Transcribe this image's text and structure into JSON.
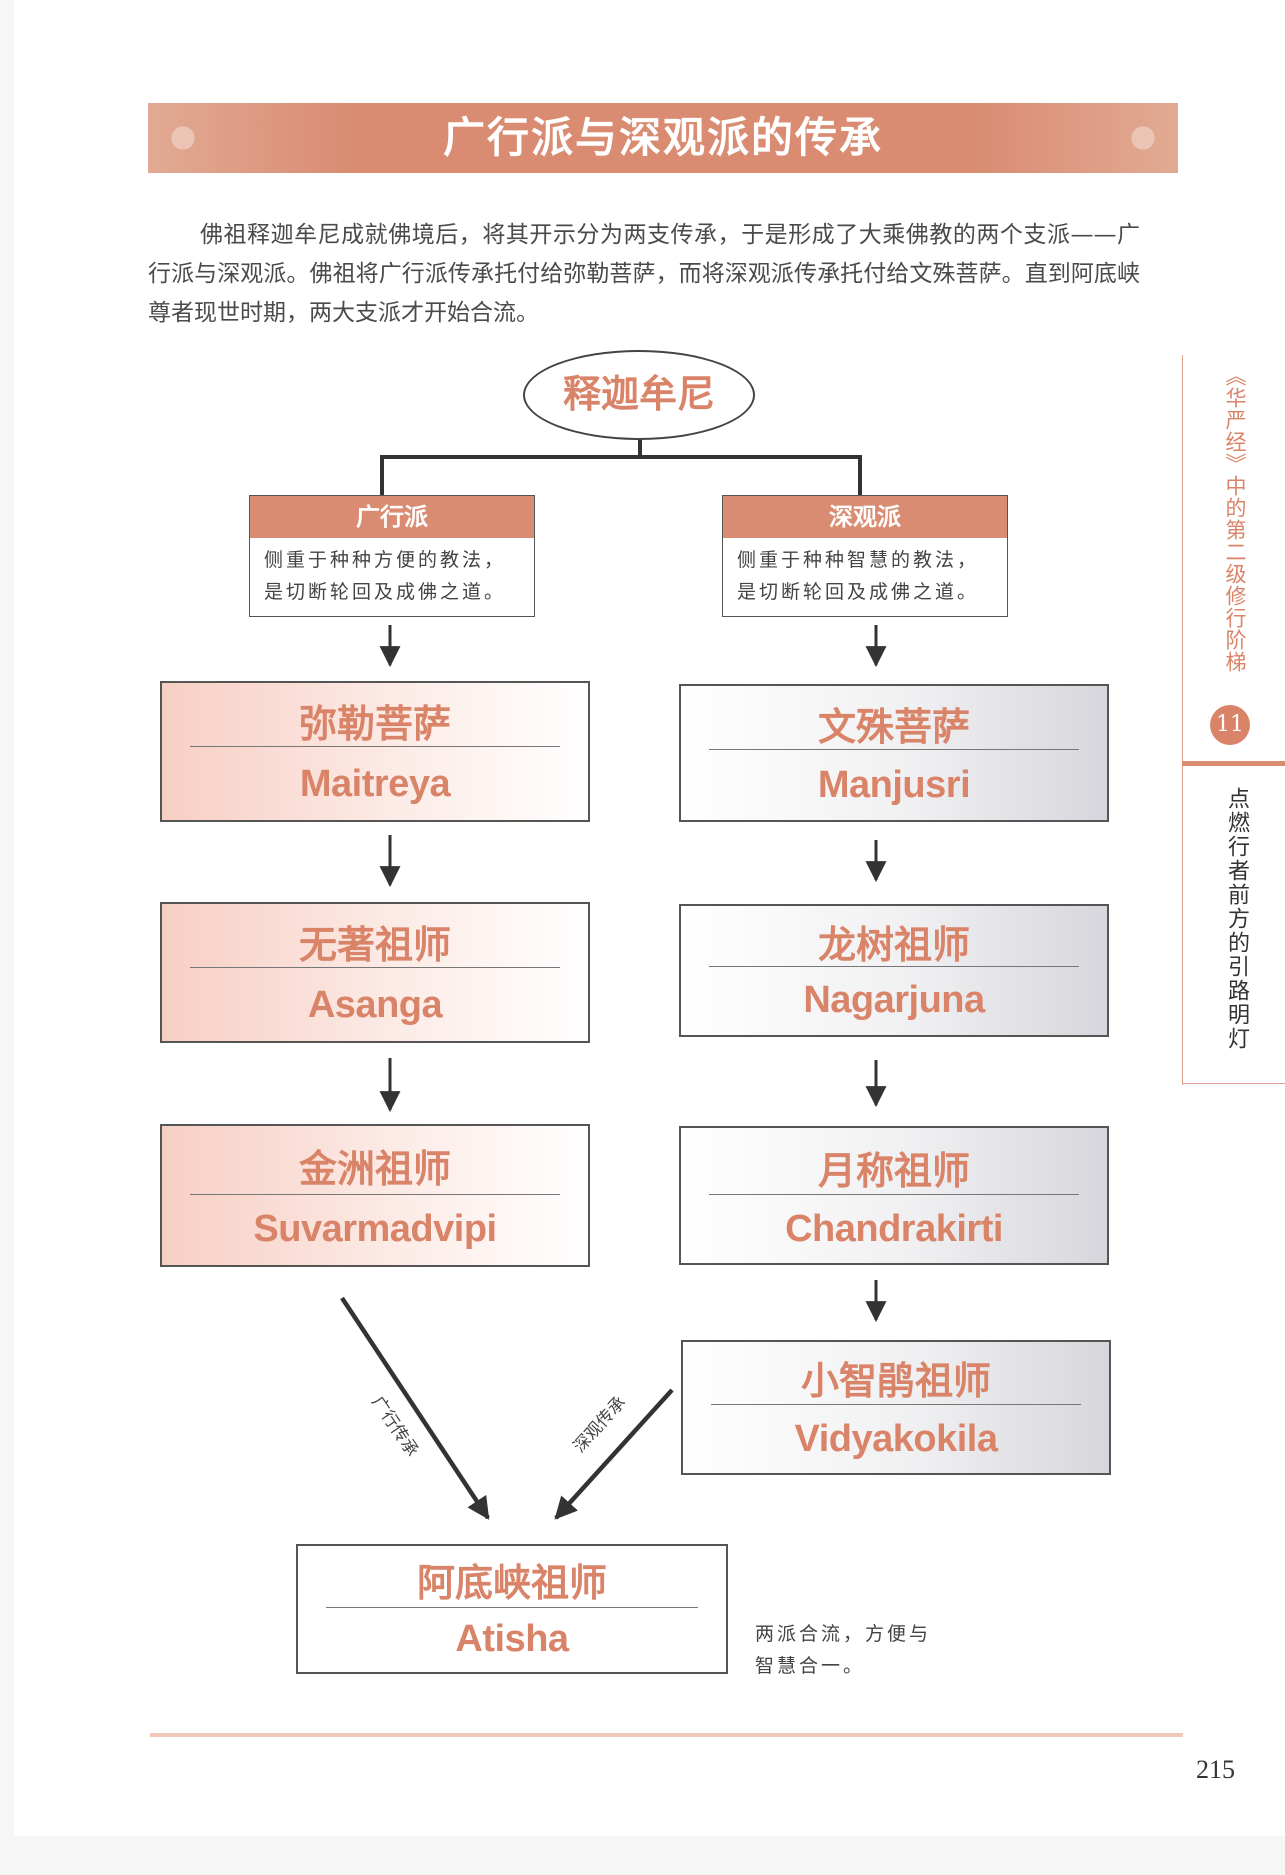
{
  "title": "广行派与深观派的传承",
  "intro": "佛祖释迦牟尼成就佛境后，将其开示分为两支传承，于是形成了大乘佛教的两个支派——广行派与深观派。佛祖将广行派传承托付给弥勒菩萨，而将深观派传承托付给文殊菩萨。直到阿底峡尊者现世时期，两大支派才开始合流。",
  "root": "释迦牟尼",
  "schools": {
    "left": {
      "name": "广行派",
      "desc_line1": "侧重于种种方便的教法，",
      "desc_line2": "是切断轮回及成佛之道。"
    },
    "right": {
      "name": "深观派",
      "desc_line1": "侧重于种种智慧的教法，",
      "desc_line2": "是切断轮回及成佛之道。"
    }
  },
  "lineage": {
    "left": [
      {
        "cn": "弥勒菩萨",
        "en": "Maitreya"
      },
      {
        "cn": "无著祖师",
        "en": "Asanga"
      },
      {
        "cn": "金洲祖师",
        "en": "Suvarmadvipi"
      }
    ],
    "right": [
      {
        "cn": "文殊菩萨",
        "en": "Manjusri"
      },
      {
        "cn": "龙树祖师",
        "en": "Nagarjuna"
      },
      {
        "cn": "月称祖师",
        "en": "Chandrakirti"
      },
      {
        "cn": "小智鹃祖师",
        "en": "Vidyakokila"
      }
    ]
  },
  "merge": {
    "cn": "阿底峡祖师",
    "en": "Atisha"
  },
  "arrow_labels": {
    "left": "广行传承",
    "right": "深观传承"
  },
  "note": {
    "line1": "两派合流，方便与",
    "line2": "智慧合一。"
  },
  "side": {
    "chapter": "《华严经》中的第二级修行阶梯",
    "number": "11",
    "subtitle": "点燃行者前方的引路明灯"
  },
  "page_number": "215",
  "colors": {
    "accent": "#d98c72",
    "text_accent": "#d98469",
    "pink_box": "#f7cfc4",
    "grey_box": "#d6d6dc"
  }
}
